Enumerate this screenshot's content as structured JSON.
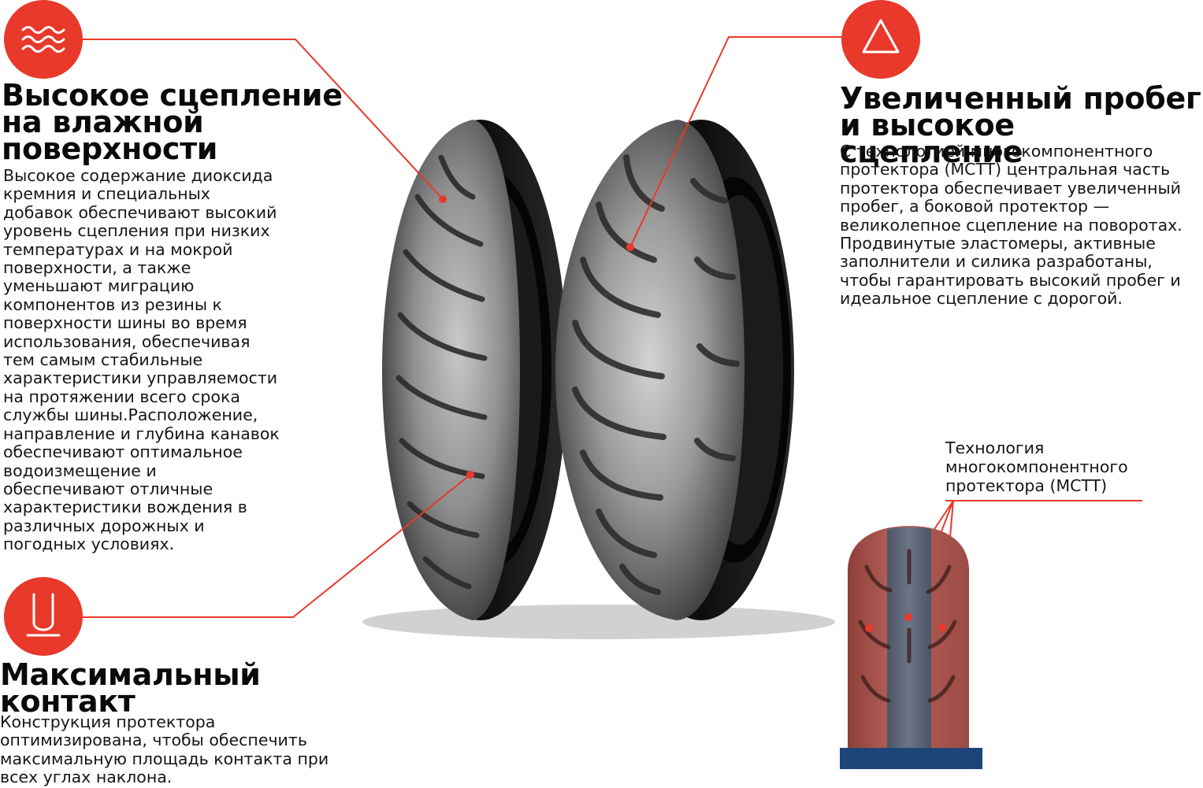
{
  "features": {
    "wet_grip": {
      "title_lines": [
        "Высокое сцепление",
        "на влажной",
        "поверхности"
      ],
      "body_lines": [
        "Высокое содержание диоксида",
        "кремния и специальных",
        "добавок обеспечивают высокий",
        "уровень сцепления при низких",
        "температурах и на мокрой",
        "поверхности, а также",
        "уменьшают миграцию",
        "компонентов из резины к",
        "поверхности шины во время",
        "использования, обеспечивая",
        "тем самым стабильные",
        "характеристики управляемости",
        "на протяжении всего срока",
        "службы шины.Расположение,",
        "направление и глубина канавок",
        "обеспечивают оптимальное",
        "водоизмещение и",
        "обеспечивают отличные",
        "характеристики вождения в",
        "различных дорожных и",
        "погодных условиях."
      ],
      "icon": "waves-icon"
    },
    "mileage": {
      "title_lines": [
        "Увеличенный пробег",
        "и высокое сцепление"
      ],
      "body_lines": [
        "С технологией многокомпонентного",
        "протектора (MCTT) центральная часть",
        "протектора обеспечивает увеличенный",
        "пробег, а боковой протектор —",
        "великолепное сцепление на поворотах.",
        "Продвинутые эластомеры, активные",
        "заполнители и силика разработаны,",
        "чтобы гарантировать высокий пробег и",
        "идеальное сцепление с дорогой."
      ],
      "icon": "triangle-icon"
    },
    "contact": {
      "title_lines": [
        "Максимальный",
        "контакт"
      ],
      "body_lines": [
        "Конструкция протектора",
        "оптимизирована, чтобы обеспечить",
        "максимальную площадь контакта при",
        "всех углах наклона."
      ],
      "icon": "tire-contact-icon"
    }
  },
  "mctt": {
    "label_lines": [
      "Технология",
      "многокомпонентного",
      "протектора (MCTT)"
    ]
  },
  "colors": {
    "accent": "#e8392a",
    "tire_dark": "#1c1c1c",
    "tread_side": "#a9554f",
    "tread_center": "#5a6373",
    "base_bar": "#1d4577"
  }
}
